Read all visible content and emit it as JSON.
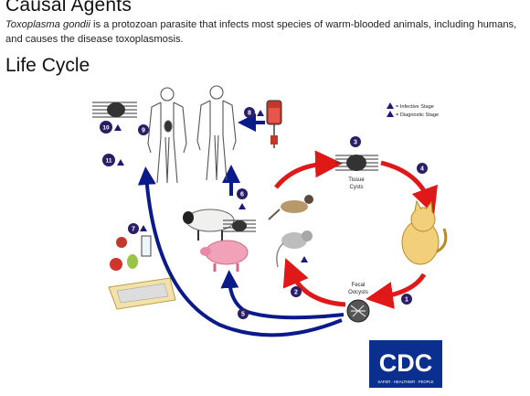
{
  "causal_agents": {
    "heading": "Causal Agents",
    "species_name": "Toxoplasma gondii",
    "description": " is a protozoan parasite that infects most species of warm-blooded animals, including humans, and causes the disease toxoplasmosis."
  },
  "life_cycle": {
    "heading": "Life Cycle",
    "legend": {
      "infective_label": "= Infective Stage",
      "diagnostic_label": "= Diagnostic Stage",
      "infective_color": "#1a1a7a",
      "diagnostic_color": "#1a1a7a"
    },
    "stages": {
      "s1": "1",
      "s2": "2",
      "s3": "3",
      "s4": "4",
      "s5": "5",
      "s6": "6",
      "s7": "7",
      "s8": "8",
      "s9": "9",
      "s10": "10",
      "s11": "11"
    },
    "labels": {
      "tissue_cysts_line1": "Tissue",
      "tissue_cysts_line2": "Cysts",
      "fecal_oocysts_line1": "Fecal",
      "fecal_oocysts_line2": "Oocysts"
    },
    "colors": {
      "stage_circle": "#2a1f66",
      "red_arrow": "#e01818",
      "blue_arrow": "#0b1a8a",
      "cdc_blue": "#0a2f8f"
    },
    "logo": {
      "text": "CDC",
      "tagline": "SAFER · HEALTHIER · PEOPLE"
    }
  }
}
